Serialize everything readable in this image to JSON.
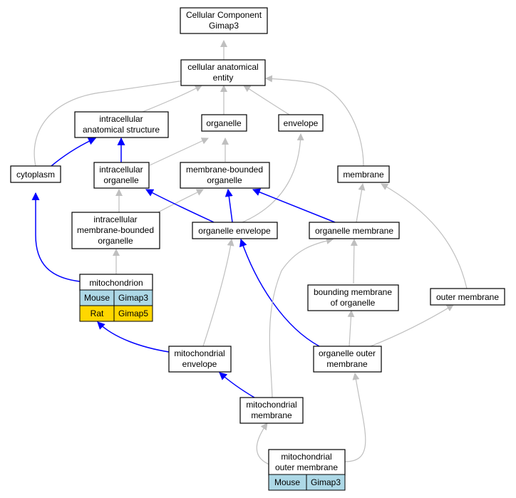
{
  "colors": {
    "gray_edge": "#bfbfbf",
    "blue_edge": "#0000ff",
    "mouse_cell": "#add8e6",
    "rat_cell": "#ffd700"
  },
  "nodes": {
    "root": [
      "Cellular Component",
      "Gimap3"
    ],
    "cae": [
      "cellular anatomical",
      "entity"
    ],
    "ias": [
      "intracellular",
      "anatomical structure"
    ],
    "organelle": [
      "organelle"
    ],
    "envelope": [
      "envelope"
    ],
    "cytoplasm": [
      "cytoplasm"
    ],
    "intraorg": [
      "intracellular",
      "organelle"
    ],
    "mbo": [
      "membrane-bounded",
      "organelle"
    ],
    "membrane": [
      "membrane"
    ],
    "imbo": [
      "intracellular",
      "membrane-bounded",
      "organelle"
    ],
    "orgenv": [
      "organelle envelope"
    ],
    "orgmem": [
      "organelle membrane"
    ],
    "mito": [
      "mitochondrion"
    ],
    "bmo": [
      "bounding membrane",
      "of organelle"
    ],
    "outermem": [
      "outer membrane"
    ],
    "mitoenv": [
      "mitochondrial",
      "envelope"
    ],
    "orgouter": [
      "organelle outer",
      "membrane"
    ],
    "mitomem": [
      "mitochondrial",
      "membrane"
    ],
    "mitoouter": [
      "mitochondrial",
      "outer membrane"
    ]
  },
  "annotations": {
    "mito": [
      {
        "species": "Mouse",
        "gene": "Gimap3",
        "color": "#add8e6"
      },
      {
        "species": "Rat",
        "gene": "Gimap5",
        "color": "#ffd700"
      }
    ],
    "mitoouter": [
      {
        "species": "Mouse",
        "gene": "Gimap3",
        "color": "#add8e6"
      }
    ]
  }
}
